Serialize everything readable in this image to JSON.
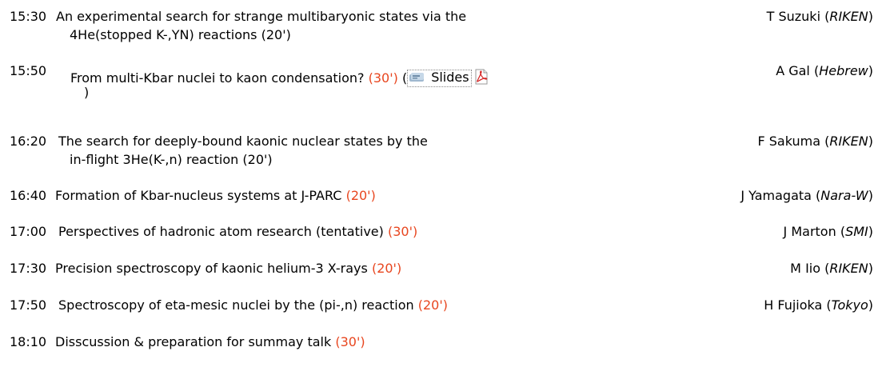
{
  "colors": {
    "duration": "#e8461f",
    "text": "#000000"
  },
  "talks": [
    {
      "time": "15:30",
      "title": "An experimental search for strange multibaryonic states via the",
      "title_cont": "4He(stopped K-,YN) reactions",
      "duration": "(20')",
      "speaker": "T Suzuki",
      "affiliation": "RIKEN"
    },
    {
      "time": "15:50",
      "title": "From multi-Kbar nuclei to kaon condensation?",
      "duration": "(30')",
      "paren_open": "(",
      "slides_label": "Slides",
      "paren_close": ")",
      "speaker": "A Gal",
      "affiliation": "Hebrew"
    },
    {
      "time": "16:20",
      "title": "The search for deeply-bound kaonic nuclear states by the",
      "title_cont": "in-flight 3He(K-,n) reaction",
      "duration": "(20')",
      "speaker": "F Sakuma",
      "affiliation": "RIKEN"
    },
    {
      "time": "16:40",
      "title": "Formation of Kbar-nucleus systems at J-PARC",
      "duration": "(20')",
      "speaker": "J Yamagata",
      "affiliation": "Nara-W"
    },
    {
      "time": "17:00",
      "title": "Perspectives of hadronic atom research (tentative)",
      "duration": "(30')",
      "speaker": "J Marton",
      "affiliation": "SMI"
    },
    {
      "time": "17:30",
      "title": "Precision spectroscopy of kaonic helium-3 X-rays",
      "duration": "(20')",
      "speaker": "M Iio",
      "affiliation": "RIKEN"
    },
    {
      "time": "17:50",
      "title": "Spectroscopy of eta-mesic nuclei by the (pi-,n) reaction",
      "duration": "(20')",
      "speaker": "H Fujioka",
      "affiliation": "Tokyo"
    },
    {
      "time": "18:10",
      "title": "Disscussion & preparation for summay talk",
      "duration": "(30')"
    }
  ]
}
